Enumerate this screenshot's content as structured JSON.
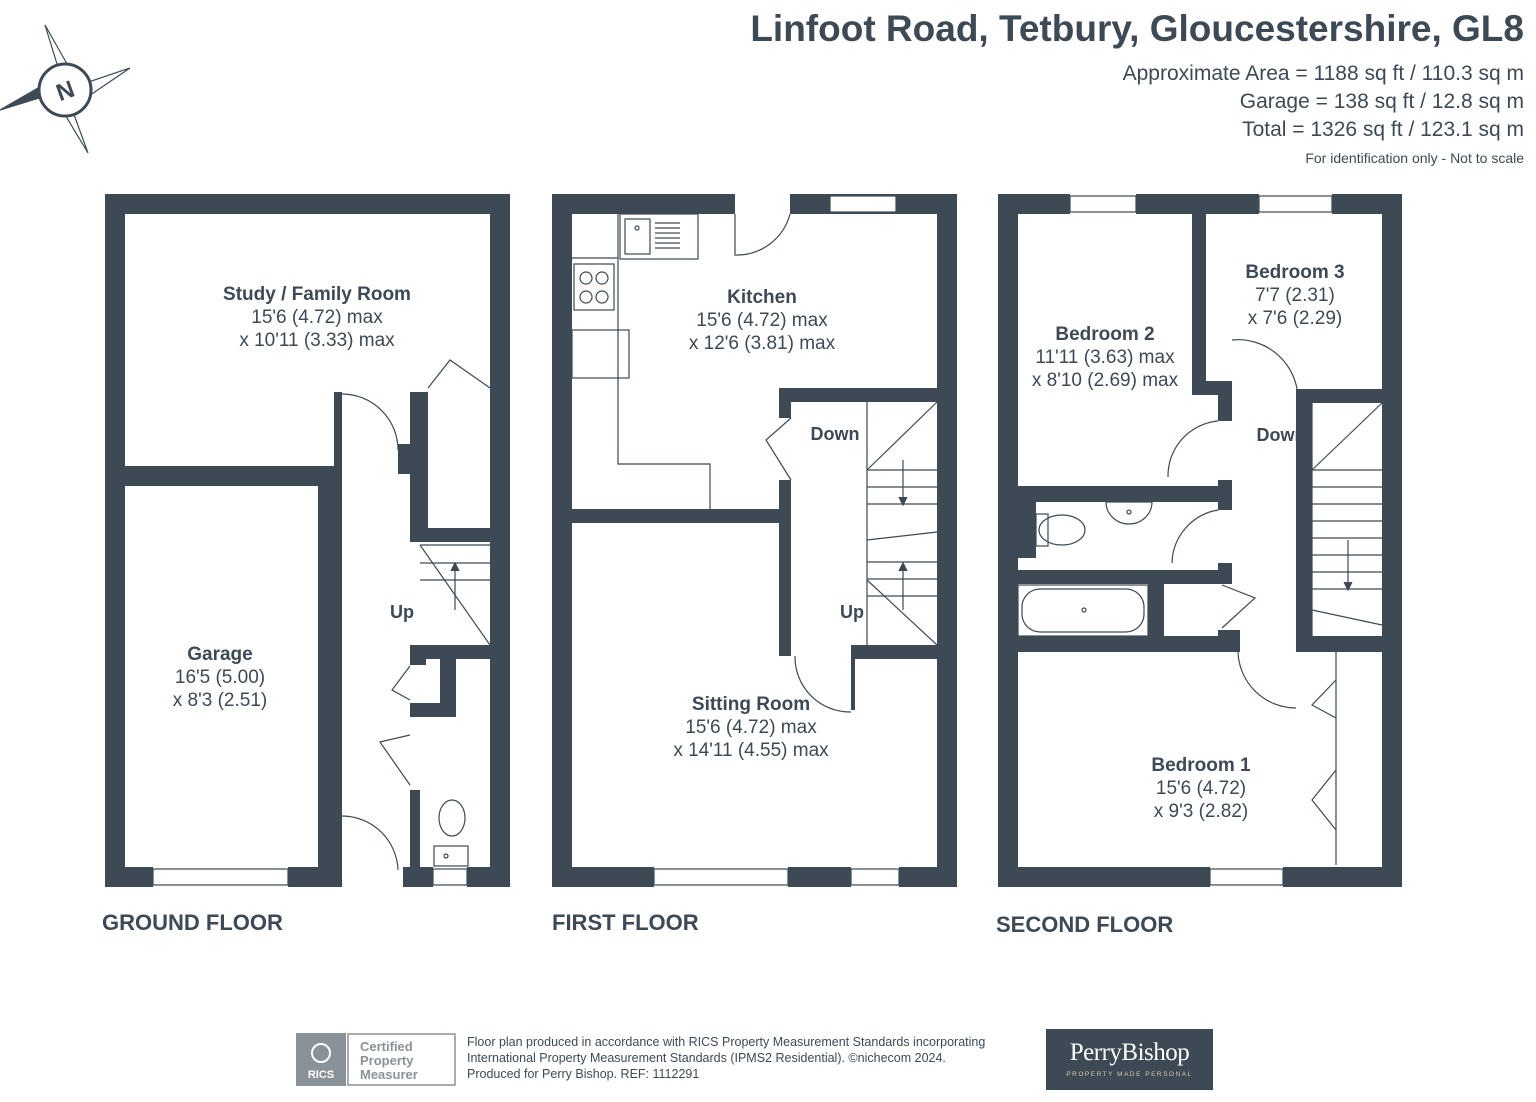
{
  "header": {
    "title": "Linfoot Road, Tetbury, Gloucestershire, GL8",
    "areas": [
      "Approximate Area = 1188 sq ft / 110.3 sq m",
      "Garage = 138 sq ft / 12.8 sq m",
      "Total = 1326 sq ft / 123.1 sq m"
    ],
    "note": "For identification only - Not to scale"
  },
  "compass": {
    "letter": "N"
  },
  "floors": {
    "ground": {
      "label": "GROUND FLOOR",
      "rooms": {
        "study": {
          "name": "Study / Family Room",
          "dim1": "15'6 (4.72) max",
          "dim2": "x 10'11 (3.33) max"
        },
        "garage": {
          "name": "Garage",
          "dim1": "16'5 (5.00)",
          "dim2": "x 8'3 (2.51)"
        }
      },
      "stairs": "Up"
    },
    "first": {
      "label": "FIRST FLOOR",
      "rooms": {
        "kitchen": {
          "name": "Kitchen",
          "dim1": "15'6 (4.72) max",
          "dim2": "x 12'6 (3.81) max"
        },
        "sitting": {
          "name": "Sitting Room",
          "dim1": "15'6 (4.72) max",
          "dim2": "x 14'11 (4.55) max"
        }
      },
      "stairs_down": "Down",
      "stairs_up": "Up"
    },
    "second": {
      "label": "SECOND FLOOR",
      "rooms": {
        "bed2": {
          "name": "Bedroom 2",
          "dim1": "11'11 (3.63) max",
          "dim2": "x 8'10 (2.69) max"
        },
        "bed3": {
          "name": "Bedroom 3",
          "dim1": "7'7 (2.31)",
          "dim2": "x 7'6 (2.29)"
        },
        "bed1": {
          "name": "Bedroom 1",
          "dim1": "15'6 (4.72)",
          "dim2": "x 9'3 (2.82)"
        }
      },
      "stairs_down": "Down"
    }
  },
  "footer": {
    "rics": {
      "badge": "RICS",
      "cert1": "Certified",
      "cert2": "Property",
      "cert3": "Measurer"
    },
    "line1": "Floor plan produced in accordance with RICS Property Measurement Standards incorporating",
    "line2": "International Property Measurement Standards (IPMS2 Residential).   ©nichecom 2024.",
    "line3": "Produced for Perry Bishop.   REF: 1112291",
    "brand_name": "PerryBishop",
    "brand_tag": "PROPERTY MADE PERSONAL"
  },
  "colors": {
    "wall": "#3d4a55",
    "text": "#3d4a55",
    "fixture": "#6b7680"
  }
}
